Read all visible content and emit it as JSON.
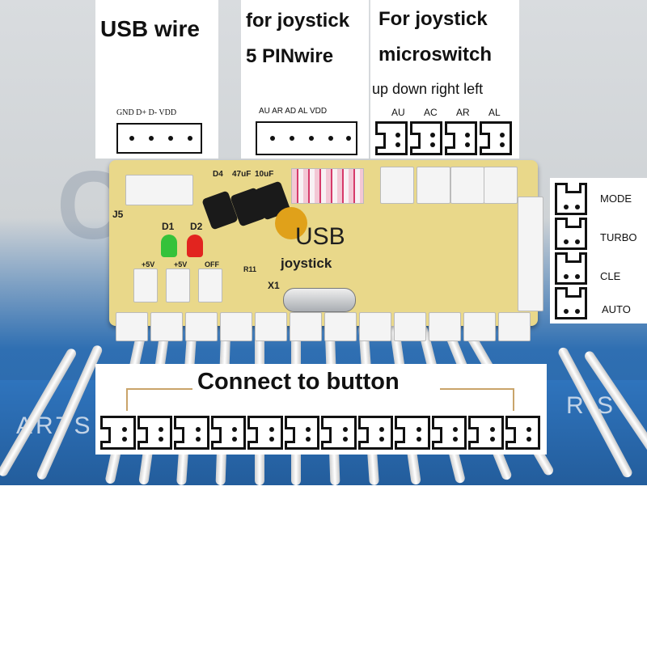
{
  "labels": {
    "usb_wire": "USB wire",
    "usb_pins": "GND D+ D- VDD",
    "joystick_5pin_line1": "for joystick",
    "joystick_5pin_line2": "5 PINwire",
    "joystick_5pin_pins": "AU AR AD AL VDD",
    "microswitch_line1": "For joystick",
    "microswitch_line2": "microswitch",
    "microswitch_directions": "up down right left",
    "microswitch_pins": [
      "AU",
      "AC",
      "AR",
      "AL"
    ],
    "side_modes": [
      "MODE",
      "TURBO",
      "CLE",
      "AUTO"
    ],
    "connect_to_button": "Connect to button"
  },
  "board_markings": {
    "j5": "J5",
    "d1": "D1",
    "d2": "D2",
    "d4": "D4",
    "cap1": "47uF",
    "cap2": "10uF",
    "usb": "USB",
    "joystick": "joystick",
    "x1": "X1",
    "r11": "R11",
    "plus5v_a": "+5V",
    "plus5v_b": "+5V",
    "off": "OFF"
  },
  "background_text": {
    "left": "ARTS",
    "right": "R S"
  },
  "colors": {
    "board": "#e9d88a",
    "led_green": "#35c23a",
    "led_red": "#e2241f",
    "card_blue": "#2f74bd"
  },
  "button_connector_count": 12
}
